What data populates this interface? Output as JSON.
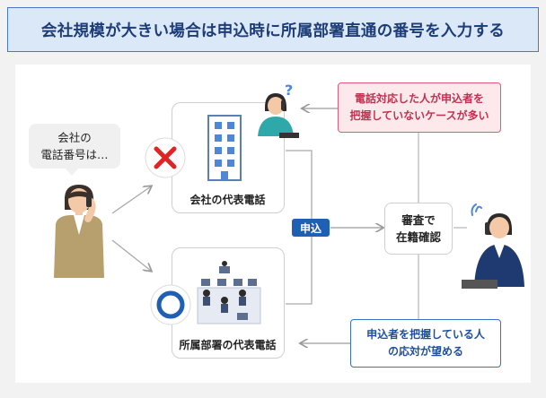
{
  "header": {
    "title": "会社規模が大きい場合は申込時に所属部署直通の番号を入力する"
  },
  "bubble": {
    "line1": "会社の",
    "line2": "電話番号は…"
  },
  "card_top": {
    "label": "会社の代表電話",
    "mark": "cross"
  },
  "card_bottom": {
    "label": "所属部署の代表電話",
    "mark": "circle"
  },
  "apply_tag": {
    "label": "申込"
  },
  "review": {
    "line1": "審査で",
    "line2": "在籍確認"
  },
  "note_top": {
    "line1": "電話対応した人が申込者を",
    "line2": "把握していないケースが多い"
  },
  "note_bottom": {
    "line1": "申込者を把握している人",
    "line2": "の応対が望める"
  },
  "colors": {
    "accent": "#1f5fb4",
    "warning": "#e05a78",
    "cross": "#e02424",
    "circle": "#1f5fb4"
  }
}
